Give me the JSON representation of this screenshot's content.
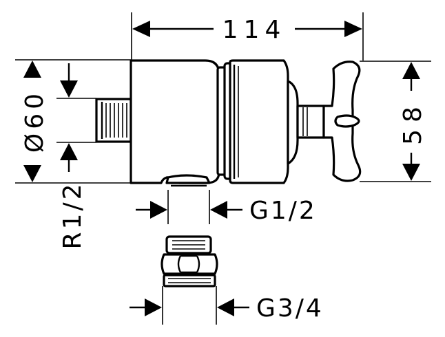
{
  "dimensions": {
    "overall_length": "114",
    "diameter": "Ø60",
    "height": "58",
    "inlet_thread": "R1/2",
    "outlet_thread": "G1/2",
    "adapter_thread": "G3/4"
  }
}
